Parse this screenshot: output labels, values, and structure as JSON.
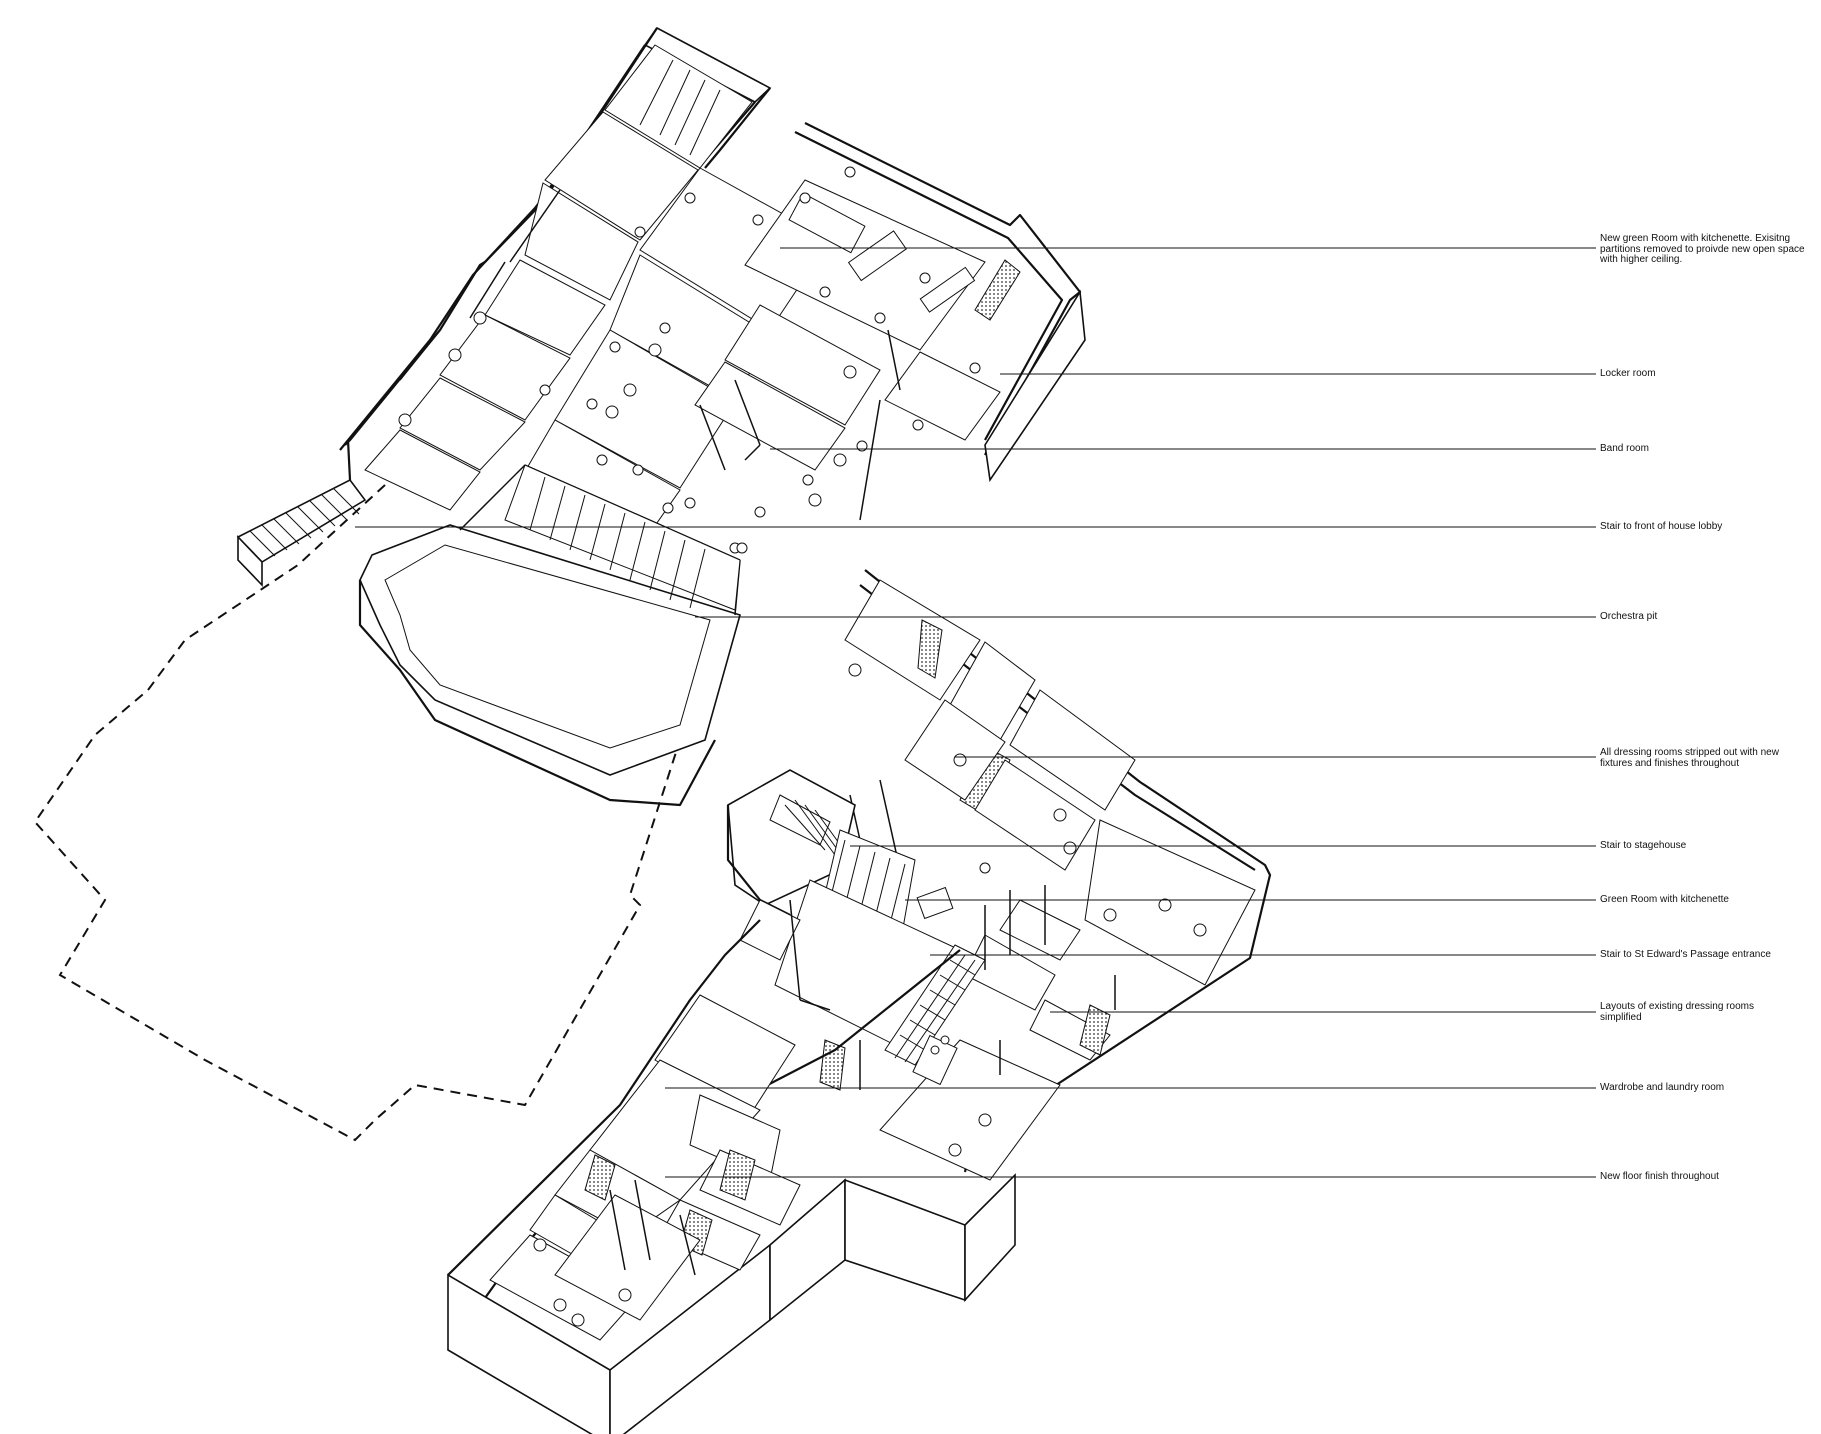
{
  "callouts": [
    {
      "id": "new-green-room",
      "text": "New green Room with kitchenette. Exisitng partitions removed to proivde new open space with higher ceiling."
    },
    {
      "id": "locker-room",
      "text": "Locker room"
    },
    {
      "id": "band-room",
      "text": "Band room"
    },
    {
      "id": "stair-foh",
      "text": "Stair to front of house lobby"
    },
    {
      "id": "orchestra-pit",
      "text": "Orchestra pit"
    },
    {
      "id": "dressing-rooms",
      "text": "All dressing rooms stripped out with new fixtures and finishes throughout"
    },
    {
      "id": "stair-stagehouse",
      "text": "Stair to stagehouse"
    },
    {
      "id": "green-room",
      "text": "Green Room with kitchenette"
    },
    {
      "id": "stair-st-edwards",
      "text": "Stair to St Edward's Passage entrance"
    },
    {
      "id": "layouts-simplified",
      "text": "Layouts of existing dressing rooms simplified"
    },
    {
      "id": "wardrobe",
      "text": "Wardrobe and laundry room"
    },
    {
      "id": "floor-finish",
      "text": "New floor finish throughout"
    }
  ]
}
